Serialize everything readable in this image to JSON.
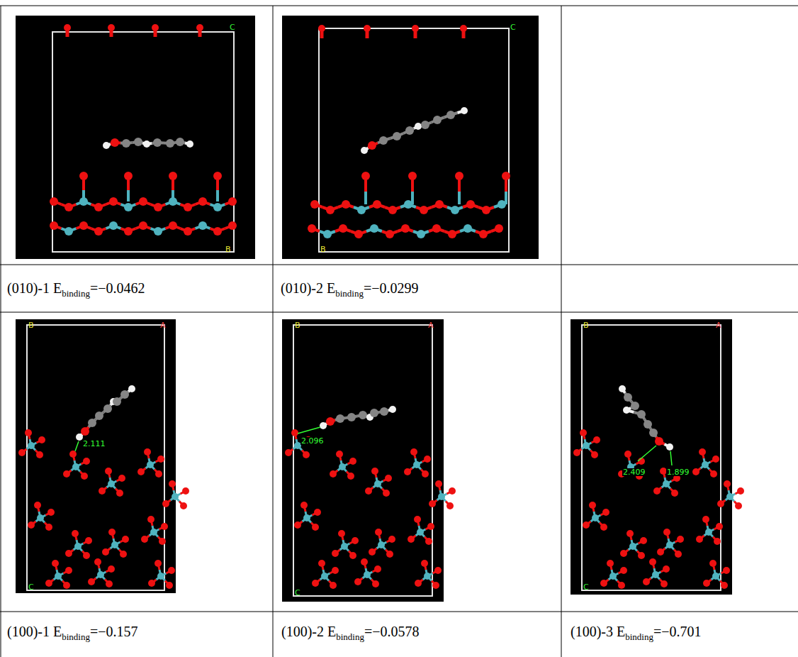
{
  "diagram": {
    "labels": [
      "C",
      "B",
      "C",
      "B",
      "(010)-1 E",
      "binding",
      "=−0.0462",
      "(010)-2 E",
      "binding",
      "=−0.0299",
      "B",
      "A",
      "2.111",
      "C",
      "B",
      "A",
      "2.096",
      "C",
      "B",
      "A",
      "2.409",
      "1.899",
      "C",
      "(100)-1 E",
      "binding",
      "=−0.157",
      "(100)-2 E",
      "binding",
      "=−0.0578",
      "(100)-3 E",
      "binding",
      "=−0.701"
    ]
  }
}
